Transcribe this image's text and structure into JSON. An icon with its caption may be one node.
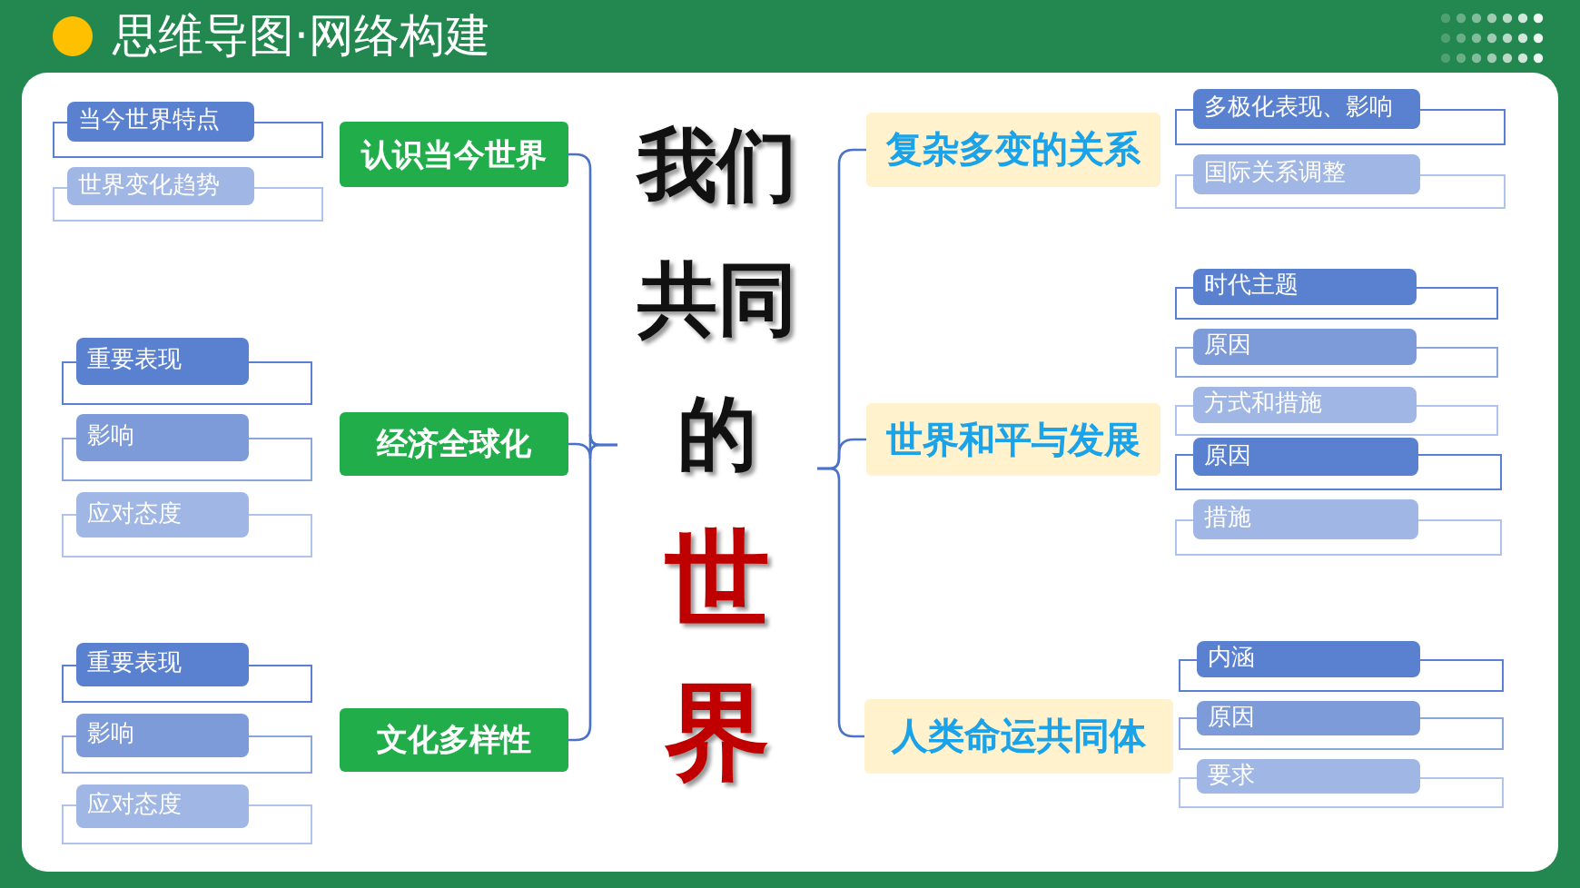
{
  "diagram": {
    "title": "思维导图·网络构建",
    "nodes": [
      {
        "text": [
          "我们共同的",
          "世界"
        ]
      },
      {
        "text": [
          "认识当今世界"
        ]
      },
      {
        "text": [
          "当今世界特点"
        ]
      },
      {
        "text": [
          "世界变化趋势"
        ]
      },
      {
        "text": [
          "经济全球化"
        ]
      },
      {
        "text": [
          "重要表现"
        ]
      },
      {
        "text": [
          "影响"
        ]
      },
      {
        "text": [
          "应对态度"
        ]
      },
      {
        "text": [
          "文化多样性"
        ]
      },
      {
        "text": [
          "重要表现"
        ]
      },
      {
        "text": [
          "影响"
        ]
      },
      {
        "text": [
          "应对态度"
        ]
      },
      {
        "text": [
          "复杂多变的关系"
        ]
      },
      {
        "text": [
          "多极化表现、影响"
        ]
      },
      {
        "text": [
          "国际关系调整"
        ]
      },
      {
        "text": [
          "世界和平与发展"
        ]
      },
      {
        "text": [
          "时代主题"
        ]
      },
      {
        "text": [
          "原因"
        ]
      },
      {
        "text": [
          "方式和措施"
        ]
      },
      {
        "text": [
          "原因"
        ]
      },
      {
        "text": [
          "措施"
        ]
      },
      {
        "text": [
          "人类命运共同体"
        ]
      },
      {
        "text": [
          "内涵"
        ]
      },
      {
        "text": [
          "原因"
        ]
      },
      {
        "text": [
          "要求"
        ]
      }
    ],
    "edges": [
      {
        "from": 0,
        "to": 1,
        "arrow": "none"
      },
      {
        "from": 0,
        "to": 4,
        "arrow": "none"
      },
      {
        "from": 0,
        "to": 8,
        "arrow": "none"
      },
      {
        "from": 0,
        "to": 12,
        "arrow": "none"
      },
      {
        "from": 0,
        "to": 15,
        "arrow": "none"
      },
      {
        "from": 0,
        "to": 21,
        "arrow": "none"
      }
    ]
  }
}
